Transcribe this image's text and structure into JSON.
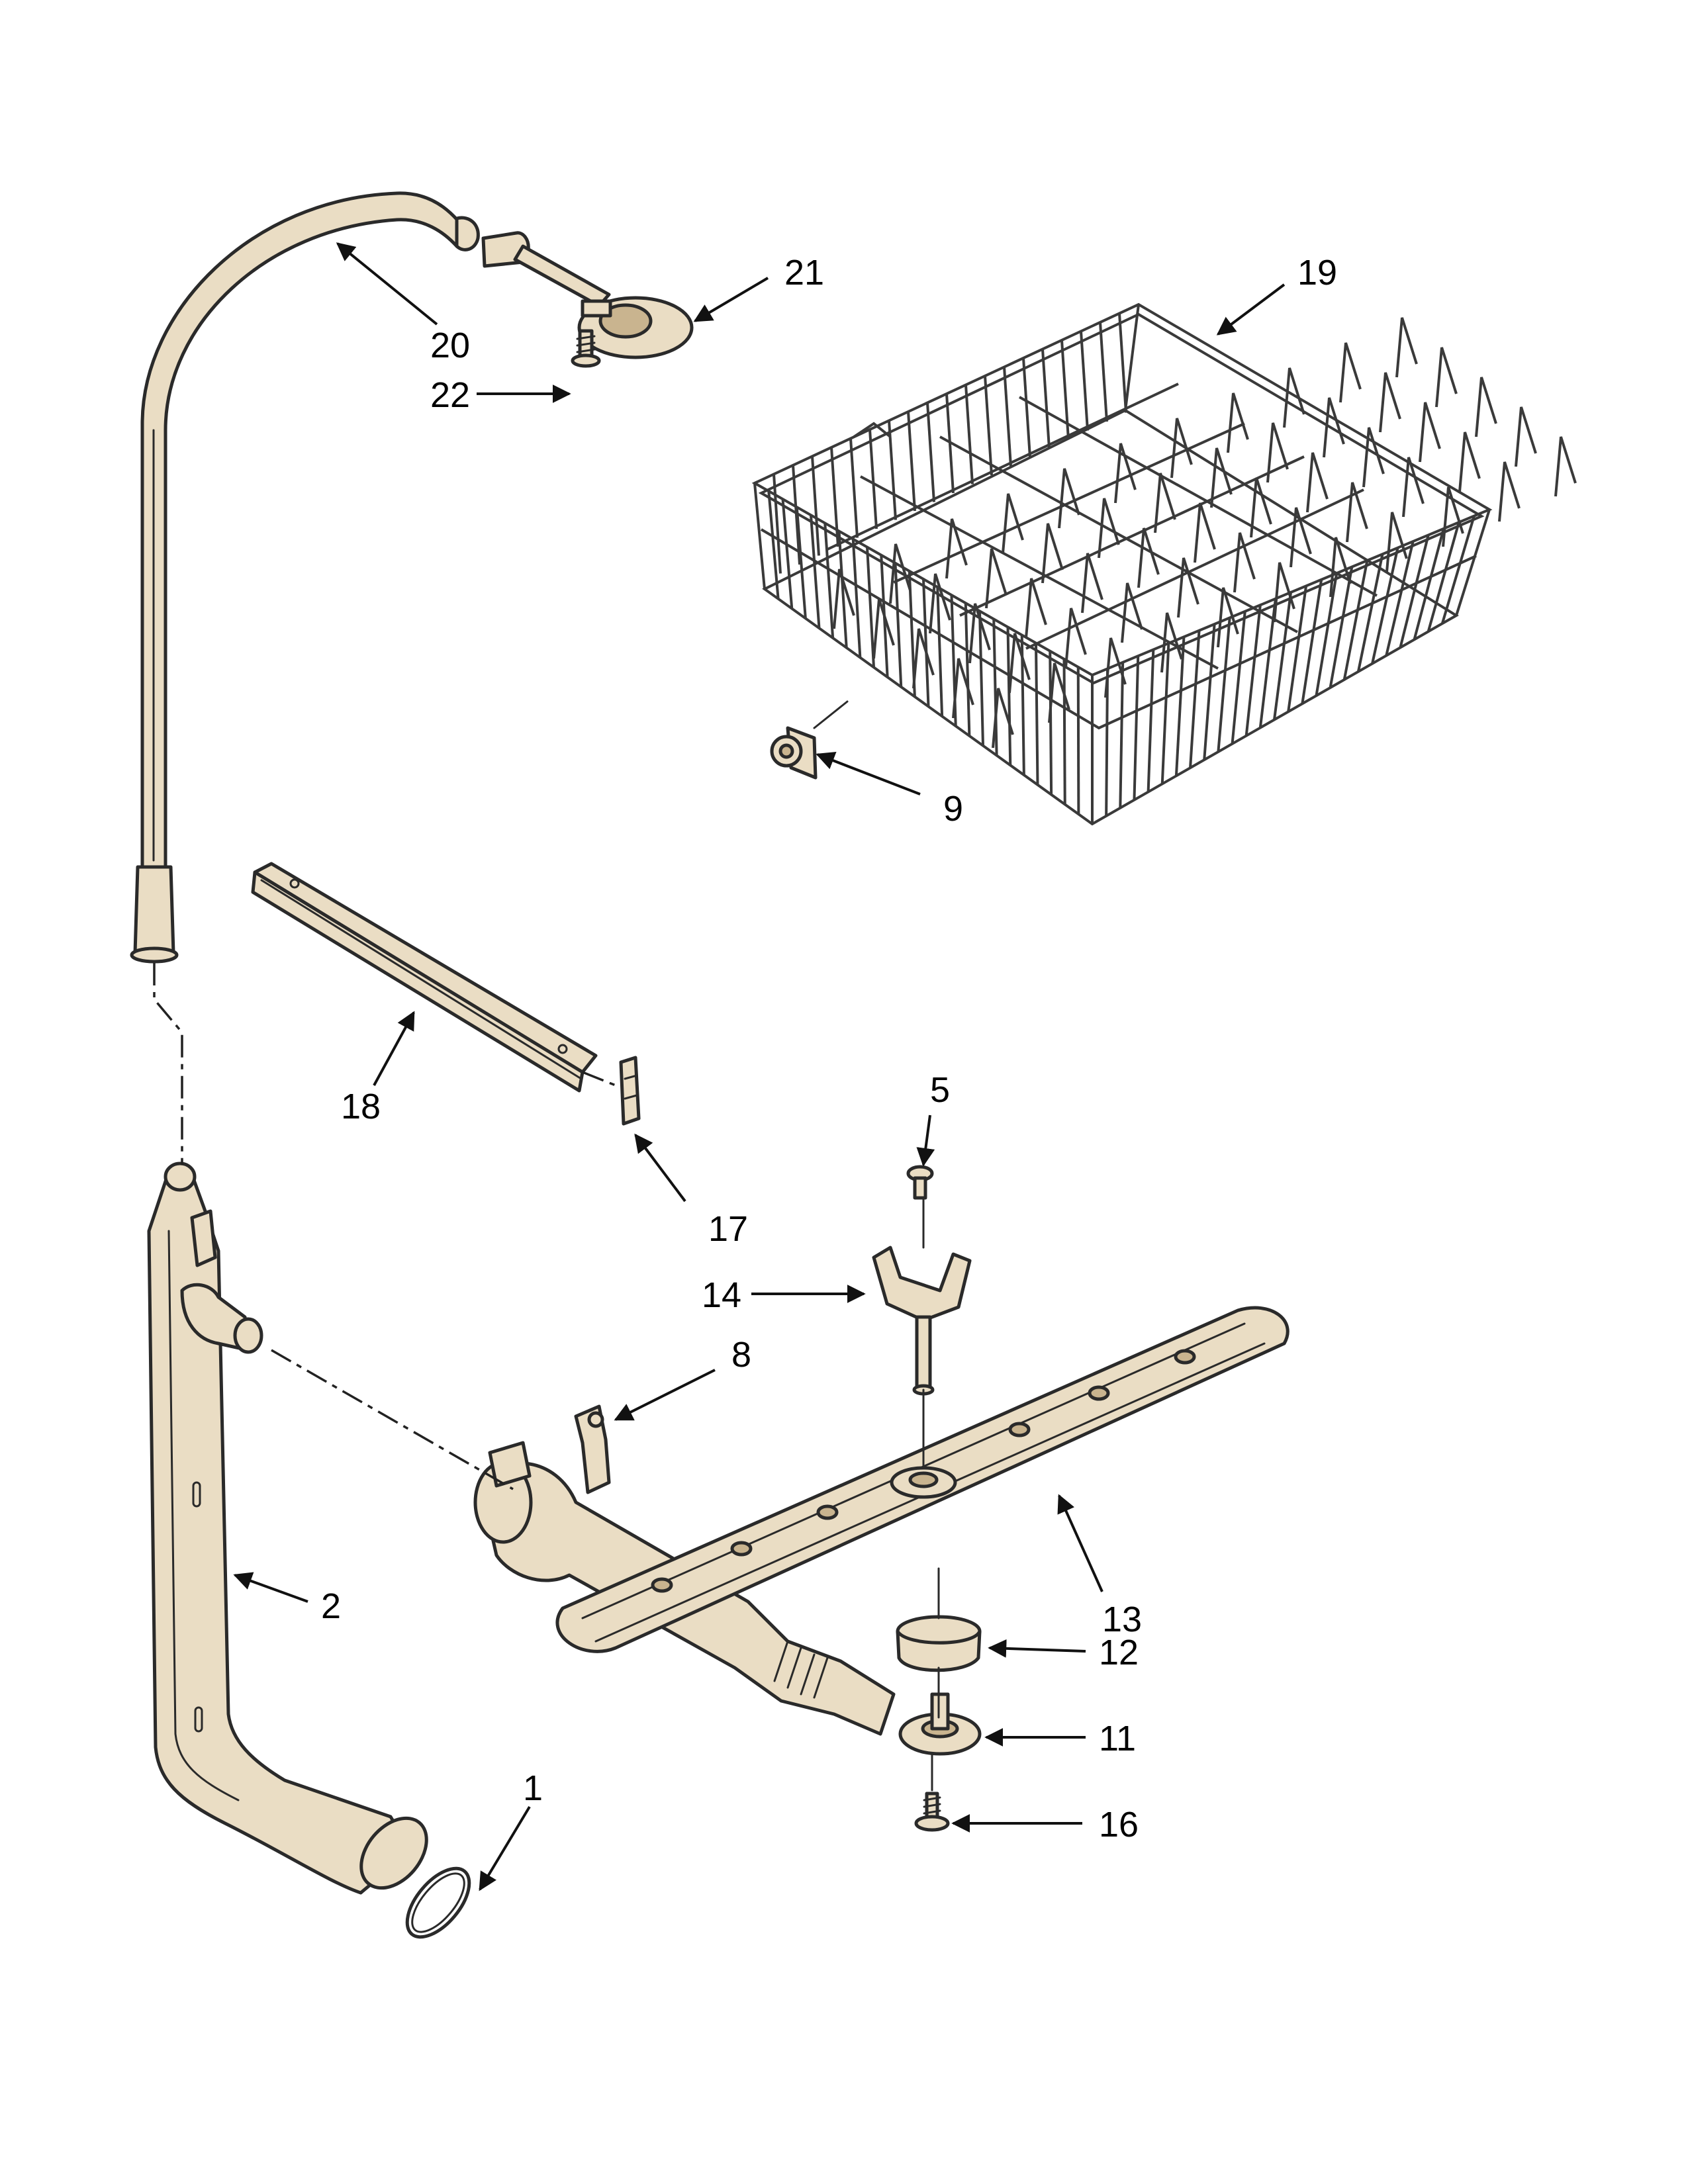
{
  "callouts": {
    "c1": "1",
    "c2": "2",
    "c5": "5",
    "c8": "8",
    "c9": "9",
    "c11": "11",
    "c12": "12",
    "c13": "13",
    "c14": "14",
    "c16": "16",
    "c17": "17",
    "c18": "18",
    "c19": "19",
    "c20": "20",
    "c21": "21",
    "c22": "22"
  },
  "colors": {
    "part_fill": "#eaddc4",
    "line": "#2a2a2a"
  }
}
